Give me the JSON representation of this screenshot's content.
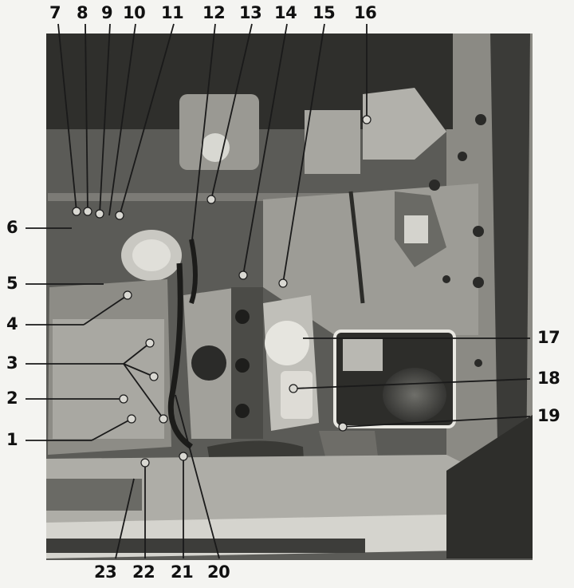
{
  "callouts": {
    "n1": "1",
    "n2": "2",
    "n3": "3",
    "n4": "4",
    "n5": "5",
    "n6": "6",
    "n7": "7",
    "n8": "8",
    "n9": "9",
    "n10": "10",
    "n11": "11",
    "n12": "12",
    "n13": "13",
    "n14": "14",
    "n15": "15",
    "n16": "16",
    "n17": "17",
    "n18": "18",
    "n19": "19",
    "n20": "20",
    "n21": "21",
    "n22": "22",
    "n23": "23"
  },
  "colors": {
    "background": "#f4f4f1",
    "label_text": "#111111",
    "leader_line": "#1a1a1a"
  }
}
